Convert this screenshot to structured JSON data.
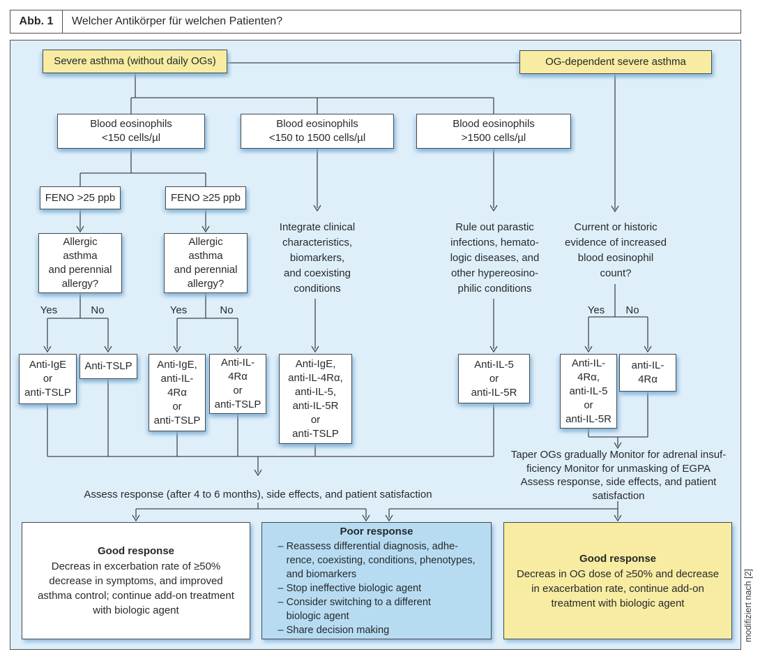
{
  "header": {
    "figure_label": "Abb. 1",
    "title": "Welcher Antikörper für welchen Patienten?"
  },
  "side_note": "modifiziert nach [2]",
  "labels": {
    "yes": "Yes",
    "no": "No"
  },
  "flow": {
    "start_left": "Severe asthma (without daily OGs)",
    "start_right": "OG-dependent severe asthma",
    "eos_low": "Blood eosinophils\n<150 cells/µl",
    "eos_mid": "Blood eosinophils\n<150 to 1500 cells/µl",
    "eos_high": "Blood eosinophils\n>1500 cells/µl",
    "feno_left": "FENO >25 ppb",
    "feno_right": "FENO ≥25 ppb",
    "allergic_left": "Allergic\nasthma\nand perennial\nallergy?",
    "allergic_right": "Allergic\nasthma\nand perennial\nallergy?",
    "integrate_note": "Integrate clinical\ncharacteristics,\nbiomarkers,\nand coexisting\nconditions",
    "rule_out_note": "Rule out parastic\ninfections, hemato-\nlogic diseases, and\nother hypereosino-\nphilic conditions",
    "history_note": "Current or historic\nevidence of increased\nblood eosinophil\ncount?",
    "tx_ige_tslp": "Anti-IgE\nor\nanti-TSLP",
    "tx_tslp": "Anti-TSLP",
    "tx_ige_il4_tslp": "Anti-IgE,\nanti-IL-\n4Rα\nor\nanti-TSLP",
    "tx_il4_tslp": "Anti-IL-\n4Rα\nor\nanti-TSLP",
    "tx_all": "Anti-IgE,\nanti-IL-4Rα,\nanti-IL-5,\nanti-IL-5R\nor\nanti-TSLP",
    "tx_il5": "Anti-IL-5\nor\nanti-IL-5R",
    "tx_il4_il5": "Anti-IL-\n4Rα,\nanti-IL-5\nor\nanti-IL-5R",
    "tx_il4": "anti-IL-\n4Rα",
    "taper_note": "Taper OGs gradually Monitor for adrenal insuf-\nficiency Monitor for unmasking of EGPA\nAssess response, side effects, and patient\nsatisfaction",
    "assess_note": "Assess response (after 4 to 6 months), side effects, and patient satisfaction",
    "outcomes": {
      "good_left": {
        "title": "Good response",
        "body": "Decreas in excerbation rate of ≥50%\ndecrease in symptoms, and improved\nasthma control; continue add-on treatment\nwith biologic agent"
      },
      "poor": {
        "title": "Poor response",
        "body": "– Reassess differential diagnosis, adhe-\n   rence, coexisting, conditions, phenotypes,\n   and biomarkers\n– Stop ineffective biologic agent\n– Consider switching to a different\n   biologic agent\n– Share decision making"
      },
      "good_right": {
        "title": "Good response",
        "body": "Decreas in OG dose of ≥50% and decrease\nin exacerbation rate, continue add-on\ntreatment with biologic agent"
      }
    }
  },
  "colors": {
    "panel_bg": "#dfeffa",
    "highlight_yellow": "#f7eca1",
    "highlight_blue": "#b7dcf2",
    "line": "#41474c"
  }
}
